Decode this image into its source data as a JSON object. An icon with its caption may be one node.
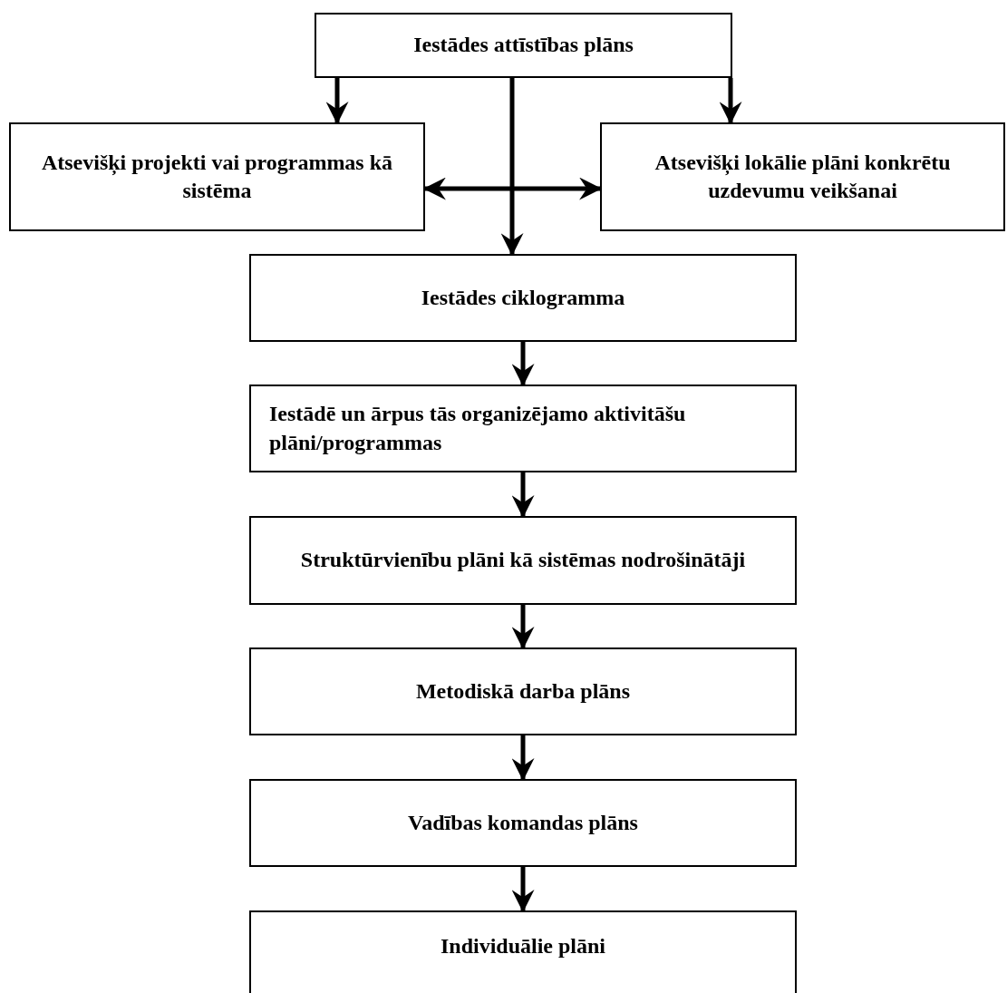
{
  "diagram": {
    "nodes": [
      {
        "text": [
          "Iestādes attīstības plāns"
        ]
      },
      {
        "text": [
          "Atsevišķi projekti vai programmas kā sistēma"
        ]
      },
      {
        "text": [
          "Atsevišķi lokālie plāni konkrētu uzdevumu veikšanai"
        ]
      },
      {
        "text": [
          "Iestādes ciklogramma"
        ]
      },
      {
        "text": [
          "Iestādē un ārpus tās organizējamo aktivitāšu plāni/programmas"
        ]
      },
      {
        "text": [
          "Struktūrvienību plāni kā sistēmas nodrošinātāji"
        ]
      },
      {
        "text": [
          "Metodiskā darba plāns"
        ]
      },
      {
        "text": [
          "Vadības komandas plāns"
        ]
      },
      {
        "text": [
          "Individuālie plāni"
        ]
      }
    ],
    "edges": [
      {
        "from": 0,
        "to": 1,
        "arrow": "to"
      },
      {
        "from": 0,
        "to": 2,
        "arrow": "to"
      },
      {
        "from": 0,
        "to": 3,
        "arrow": "to"
      },
      {
        "from": 1,
        "to": 2,
        "arrow": "both"
      },
      {
        "from": 3,
        "to": 4,
        "arrow": "to"
      },
      {
        "from": 4,
        "to": 5,
        "arrow": "to"
      },
      {
        "from": 5,
        "to": 6,
        "arrow": "to"
      },
      {
        "from": 6,
        "to": 7,
        "arrow": "to"
      },
      {
        "from": 7,
        "to": 8,
        "arrow": "to"
      }
    ]
  }
}
